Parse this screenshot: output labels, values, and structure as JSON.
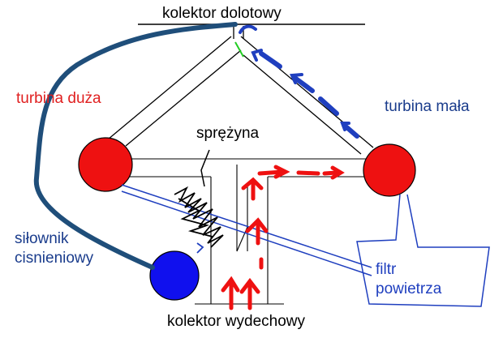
{
  "labels": {
    "kolektor_dolotowy": "kolektor dolotowy",
    "turbina_duza": "turbina duża",
    "turbina_mala": "turbina mała",
    "sprezyna": "sprężyna",
    "silownik_line1": "siłownik",
    "silownik_line2": "cisnieniowy",
    "filtr_line1": "filtr",
    "filtr_line2": "powietrza",
    "kolektor_wydechowy": "kolektor wydechowy"
  },
  "colors": {
    "red_label": "#e02020",
    "blue_label": "#1a3c8c",
    "black": "#000000",
    "dark_blue_pipe": "#1f4e7a",
    "arrow_blue": "#1f3fbf",
    "turbine_red": "#ee1111",
    "actuator_blue": "#1010ee",
    "green_valve": "#22cc22",
    "red_arrow": "#ee1111"
  }
}
